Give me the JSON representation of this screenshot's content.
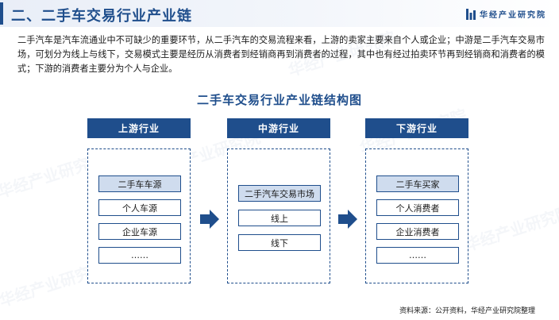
{
  "header": {
    "section_title": "二、二手车交易行业产业链",
    "brand_name": "华经产业研究院",
    "brand_color": "#1f4e8c",
    "logo_icon": "brand-logo-icon"
  },
  "intro_text": "二手汽车是汽车流通业中不可缺少的重要环节，从二手汽车的交易流程来看，上游的卖家主要来自个人或企业；中游是二手汽车交易市场，可划分为线上与线下，交易模式主要是经历从消费者到经销商再到消费者的过程，其中也有经过拍卖环节再到经销商和消费者的模式；下游的消费者主要分为个人与企业。",
  "diagram": {
    "title": "二手车交易行业产业链结构图",
    "stages": [
      {
        "label": "上游行业",
        "items": [
          "二手车车源",
          "个人车源",
          "企业车源",
          "……"
        ]
      },
      {
        "label": "中游行业",
        "items": [
          "二手汽车交易市场",
          "线上",
          "线下"
        ]
      },
      {
        "label": "下游行业",
        "items": [
          "二手车买家",
          "个人消费者",
          "企业消费者",
          "……"
        ]
      }
    ],
    "arrow_icon": "arrow-right-icon"
  },
  "watermark_text": "华经产业研究院",
  "source_note": "资料来源：公开资料，华经产业研究院整理"
}
